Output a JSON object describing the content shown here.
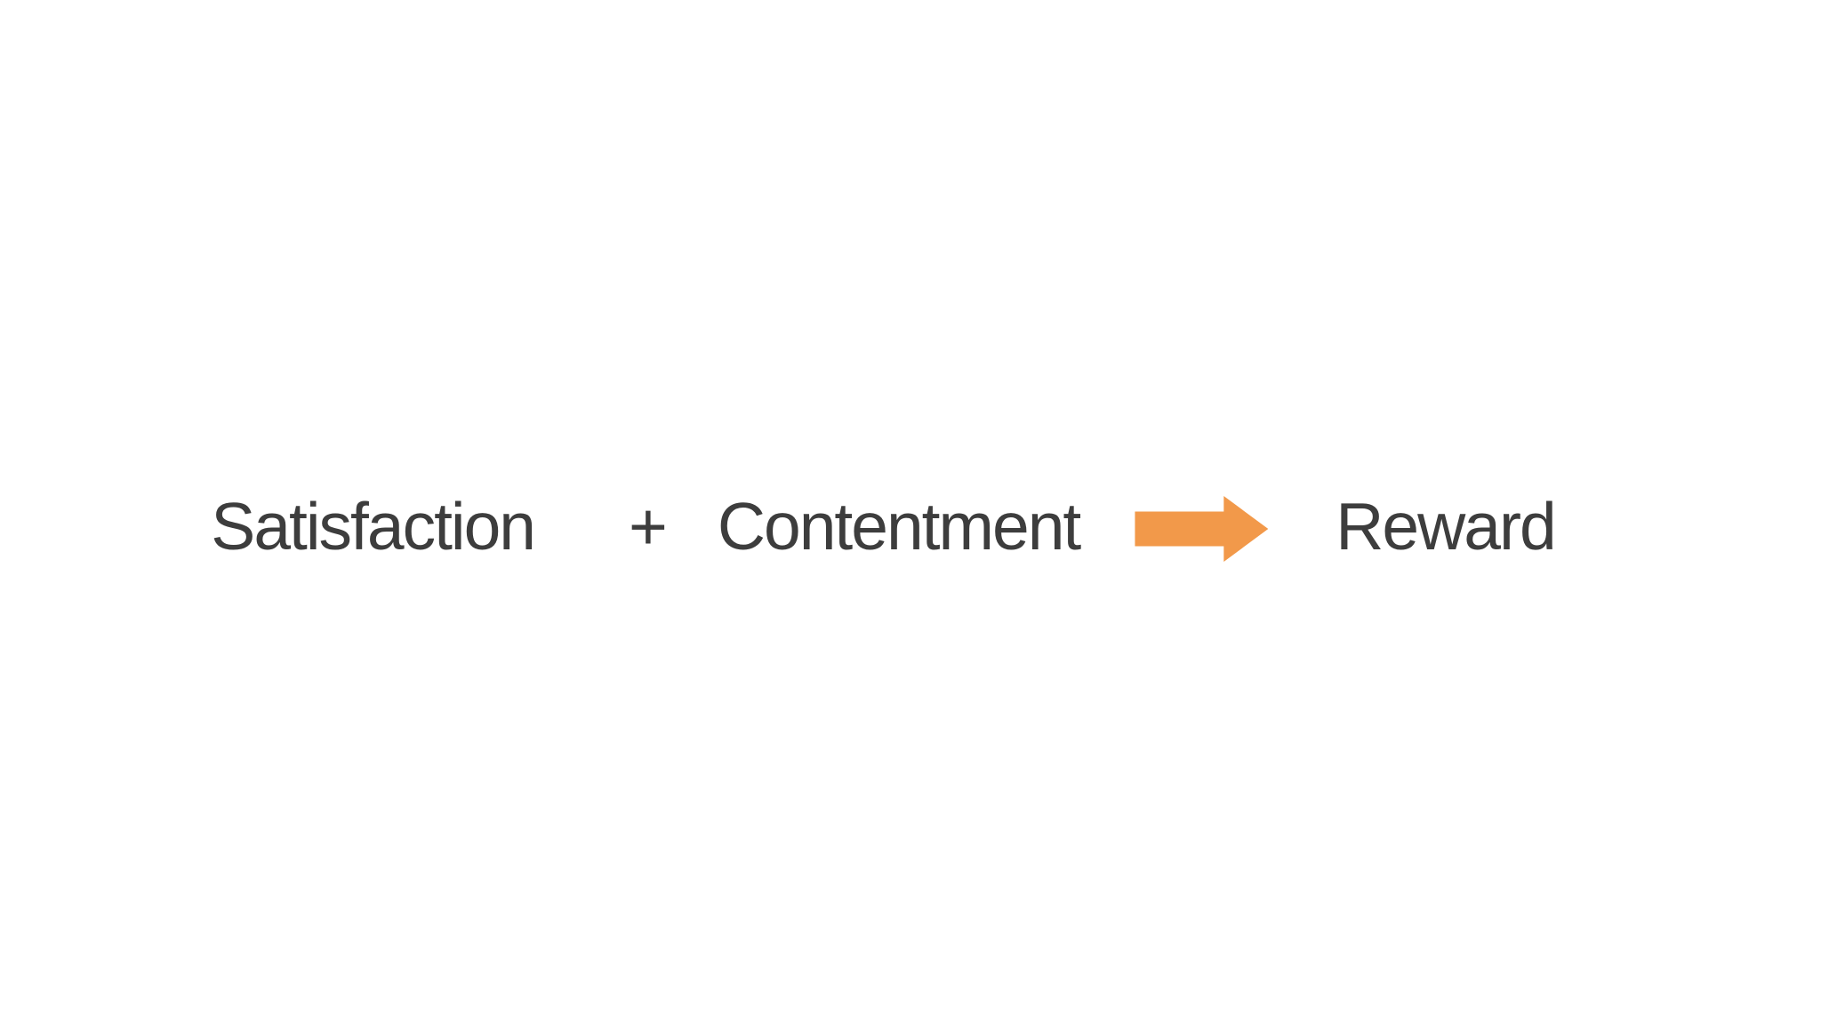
{
  "page": {
    "background": "#FFFFFF",
    "text_color": "#3D3D3D"
  },
  "equation": {
    "term1": "Satisfaction",
    "operator": "+",
    "term2": "Contentment",
    "arrow_icon": "right-block-arrow",
    "arrow_color": "#F2994A",
    "result": "Reward"
  }
}
